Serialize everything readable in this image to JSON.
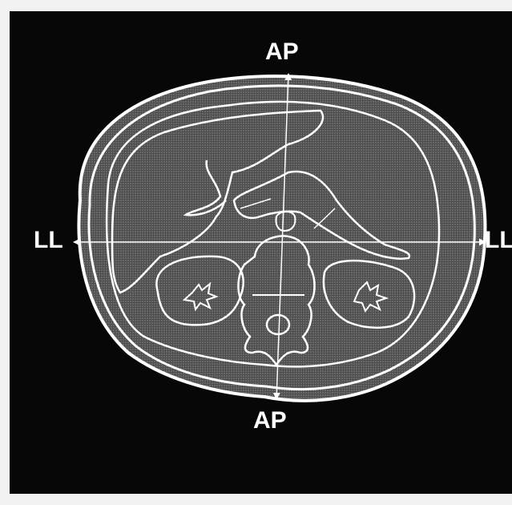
{
  "figure": {
    "labels": {
      "ap_top": "AP",
      "ap_bottom": "AP",
      "ll_left": "LL",
      "ll_right": "LL"
    },
    "colors": {
      "background": "#070707",
      "border": "#f2f2f2",
      "tissue_fill": "#595959",
      "outline": "#ffffff"
    }
  }
}
